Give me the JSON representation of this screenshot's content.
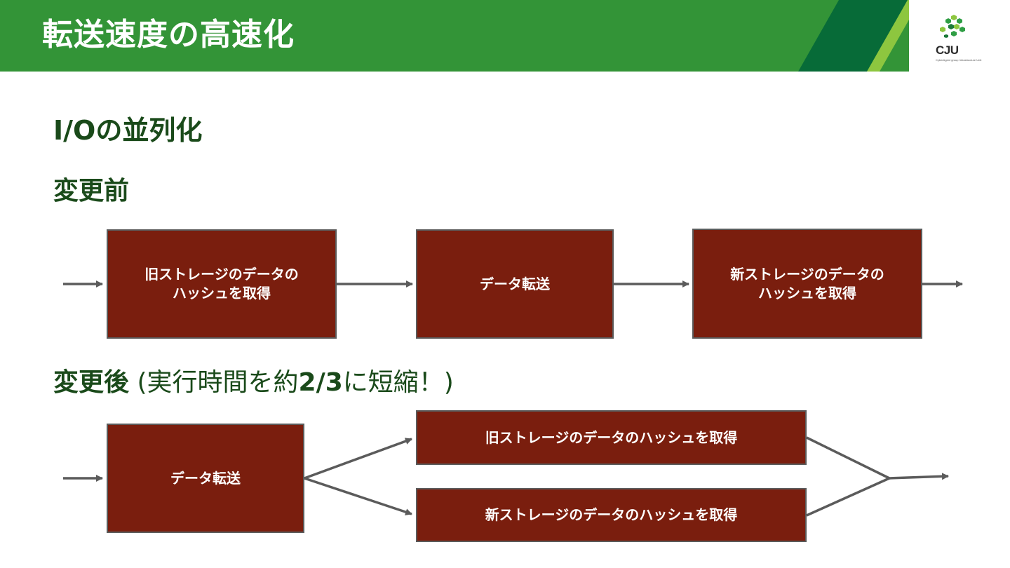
{
  "header": {
    "title": "転送速度の高速化",
    "logo_text": "CJU",
    "logo_subtext": "CyberAgent group Infrastructure Unit"
  },
  "section": {
    "title": "I/Oの並列化"
  },
  "before": {
    "label": "変更前",
    "boxes": [
      "旧ストレージのデータの\nハッシュを取得",
      "データ転送",
      "新ストレージのデータの\nハッシュを取得"
    ]
  },
  "after": {
    "label": "変更後",
    "note_prefix": " (実行時間を約",
    "note_emph": "2/3",
    "note_suffix": "に短縮！)",
    "boxes": [
      "データ転送",
      "旧ストレージのデータのハッシュを取得",
      "新ストレージのデータのハッシュを取得"
    ]
  },
  "colors": {
    "header_green": "#339437",
    "header_dark_green": "#076b38",
    "header_light_green": "#8dc63f",
    "box_fill": "#7a1e0e",
    "box_border": "#5b5b5b",
    "arrow": "#5b5b5b",
    "heading_text": "#1a4a1a"
  }
}
